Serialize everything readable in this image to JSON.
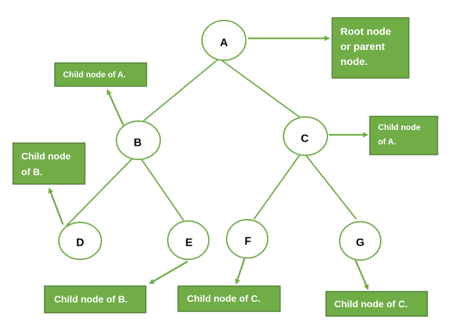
{
  "colors": {
    "accent": "#70ad47",
    "box_border": "#507e32",
    "box_text": "#ffffff",
    "node_text": "#000000",
    "background": "#ffffff"
  },
  "nodes": {
    "a": "A",
    "b": "B",
    "c": "C",
    "d": "D",
    "e": "E",
    "f": "F",
    "g": "G"
  },
  "callouts": {
    "root": [
      "Root node",
      "or parent",
      "node."
    ],
    "b_child_of_a": [
      "Child node of A."
    ],
    "c_child_of_a": [
      "Child node",
      "of A."
    ],
    "d_child_of_b": [
      "Child node",
      "of B."
    ],
    "e_child_of_b": [
      "Child node of B."
    ],
    "f_child_of_c": [
      "Child node of C."
    ],
    "g_child_of_c": [
      "Child node of C."
    ]
  }
}
